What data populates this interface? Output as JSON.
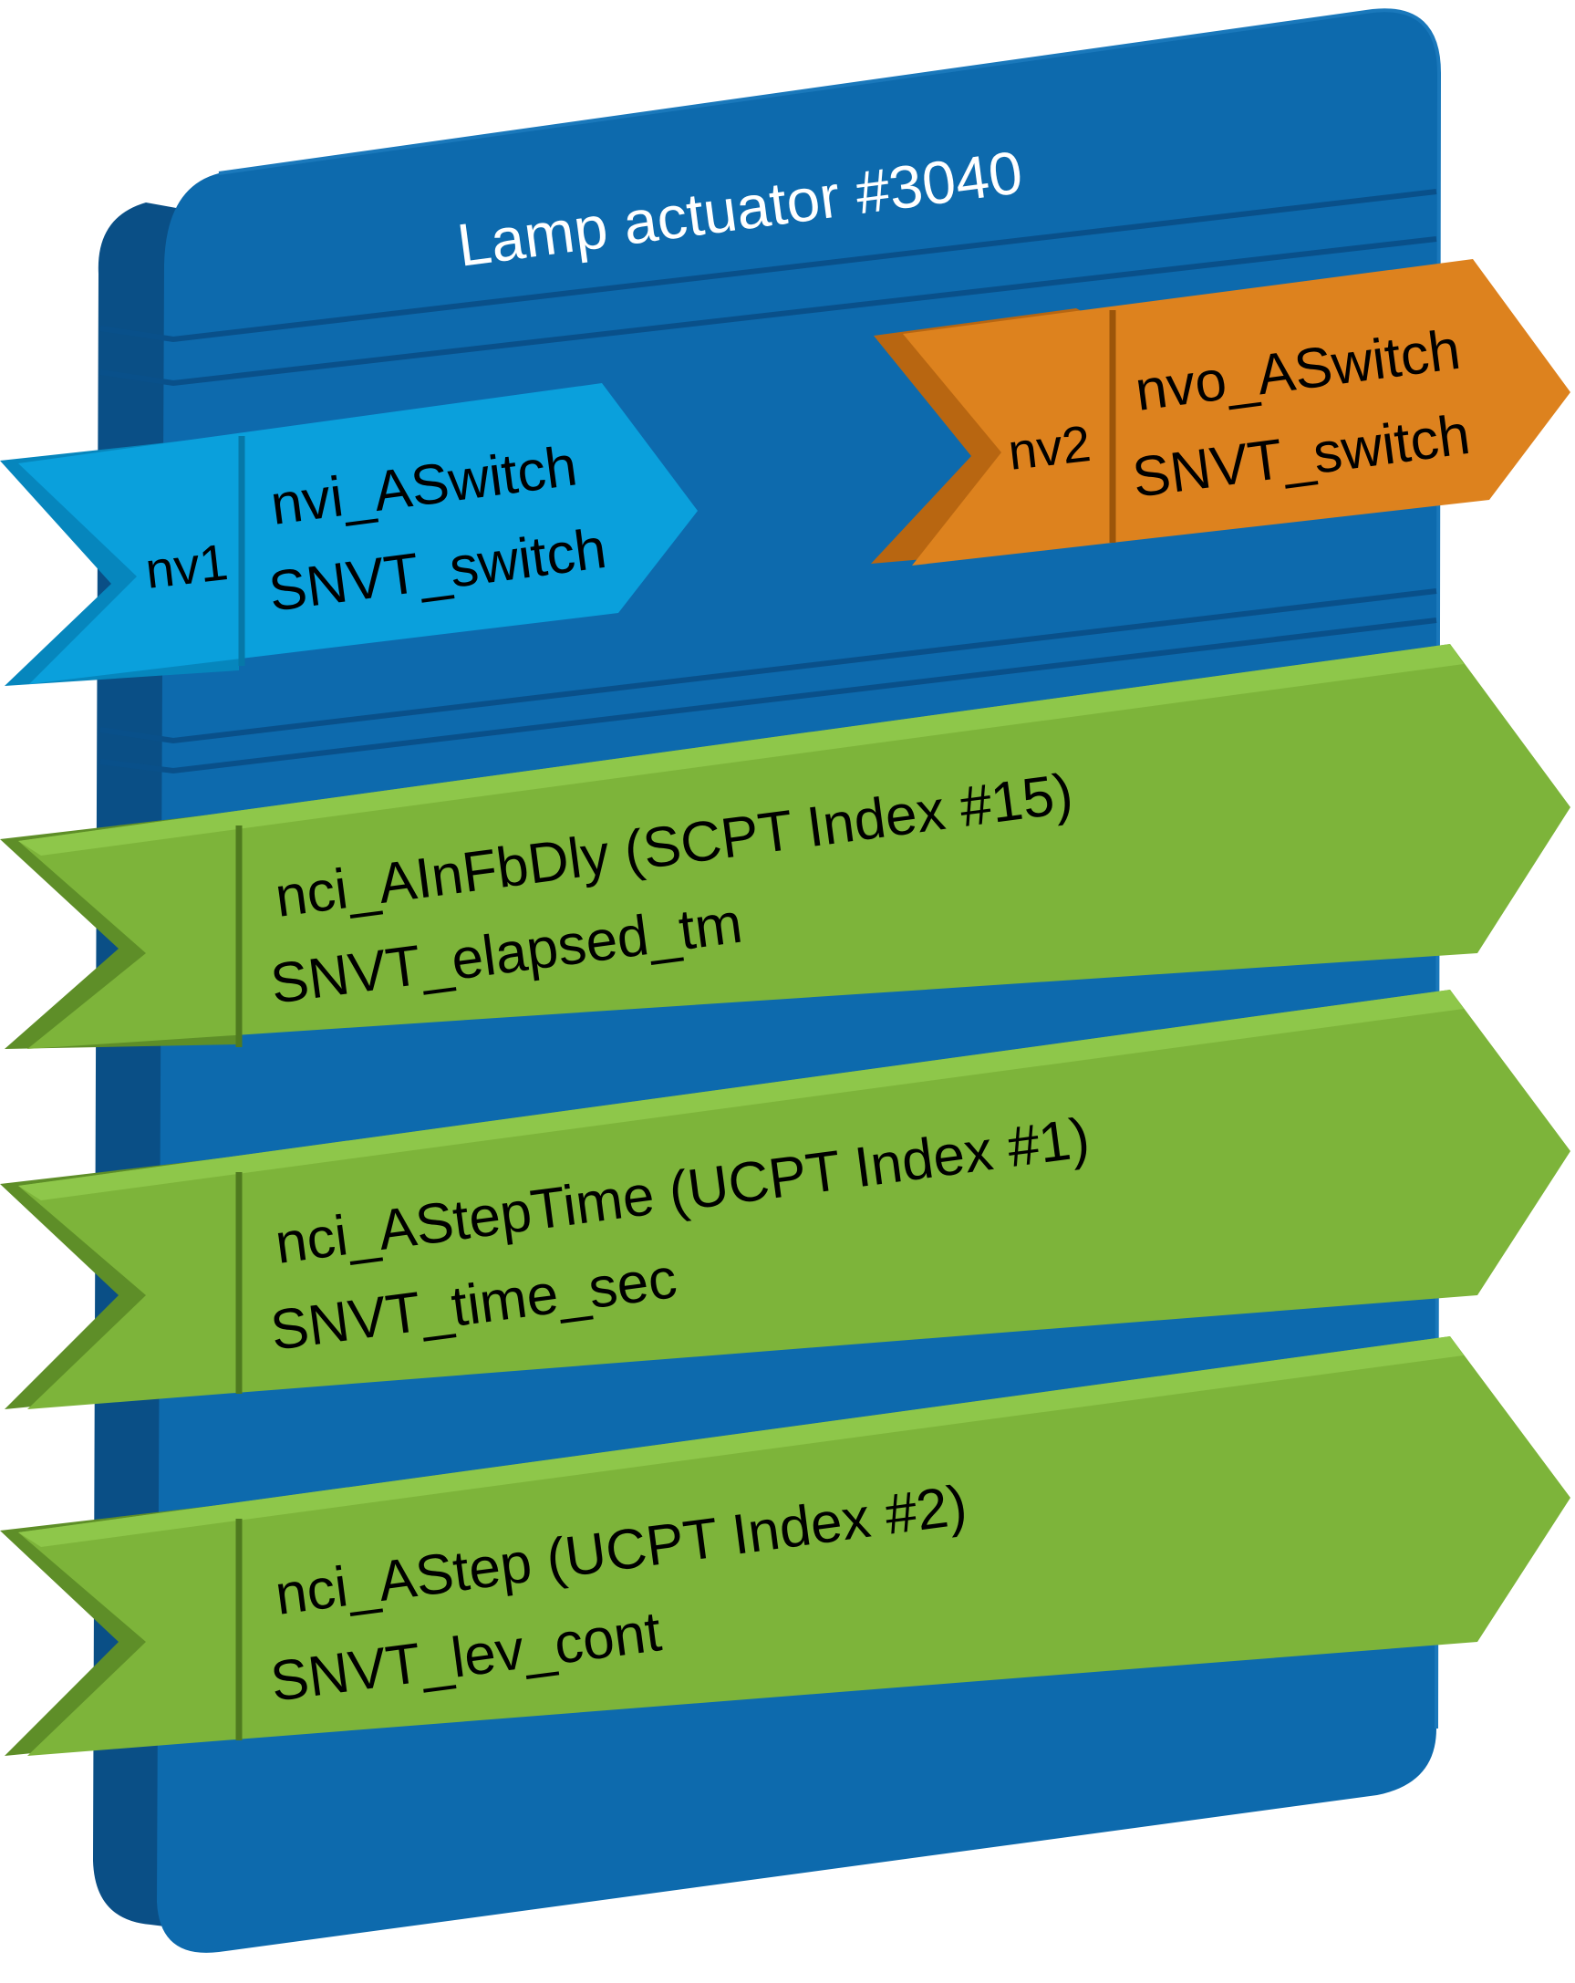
{
  "title": "Lamp actuator #3040",
  "inputs": [
    {
      "id": "nv1",
      "name": "nvi_ASwitch",
      "type": "SNVT_switch"
    }
  ],
  "outputs": [
    {
      "id": "nv2",
      "name": "nvo_ASwitch",
      "type": "SNVT_switch"
    }
  ],
  "config_properties": [
    {
      "name": "nci_AInFbDly (SCPT Index #15)",
      "type": "SNVT_elapsed_tm"
    },
    {
      "name": "nci_AStepTime (UCPT Index #1)",
      "type": "SNVT_time_sec"
    },
    {
      "name": "nci_AStep (UCPT Index #2)",
      "type": "SNVT_lev_cont"
    }
  ],
  "colors": {
    "device_face": "#0d6aad",
    "device_side": "#0a4f86",
    "device_edge": "#0b5a96",
    "input_face": "#0aa0dc",
    "input_side": "#0686bd",
    "output_face": "#dd821e",
    "output_side": "#b86611",
    "config_face": "#7db43a",
    "config_side": "#5e8e28",
    "title_text": "#ffffff",
    "label_text": "#000000"
  }
}
